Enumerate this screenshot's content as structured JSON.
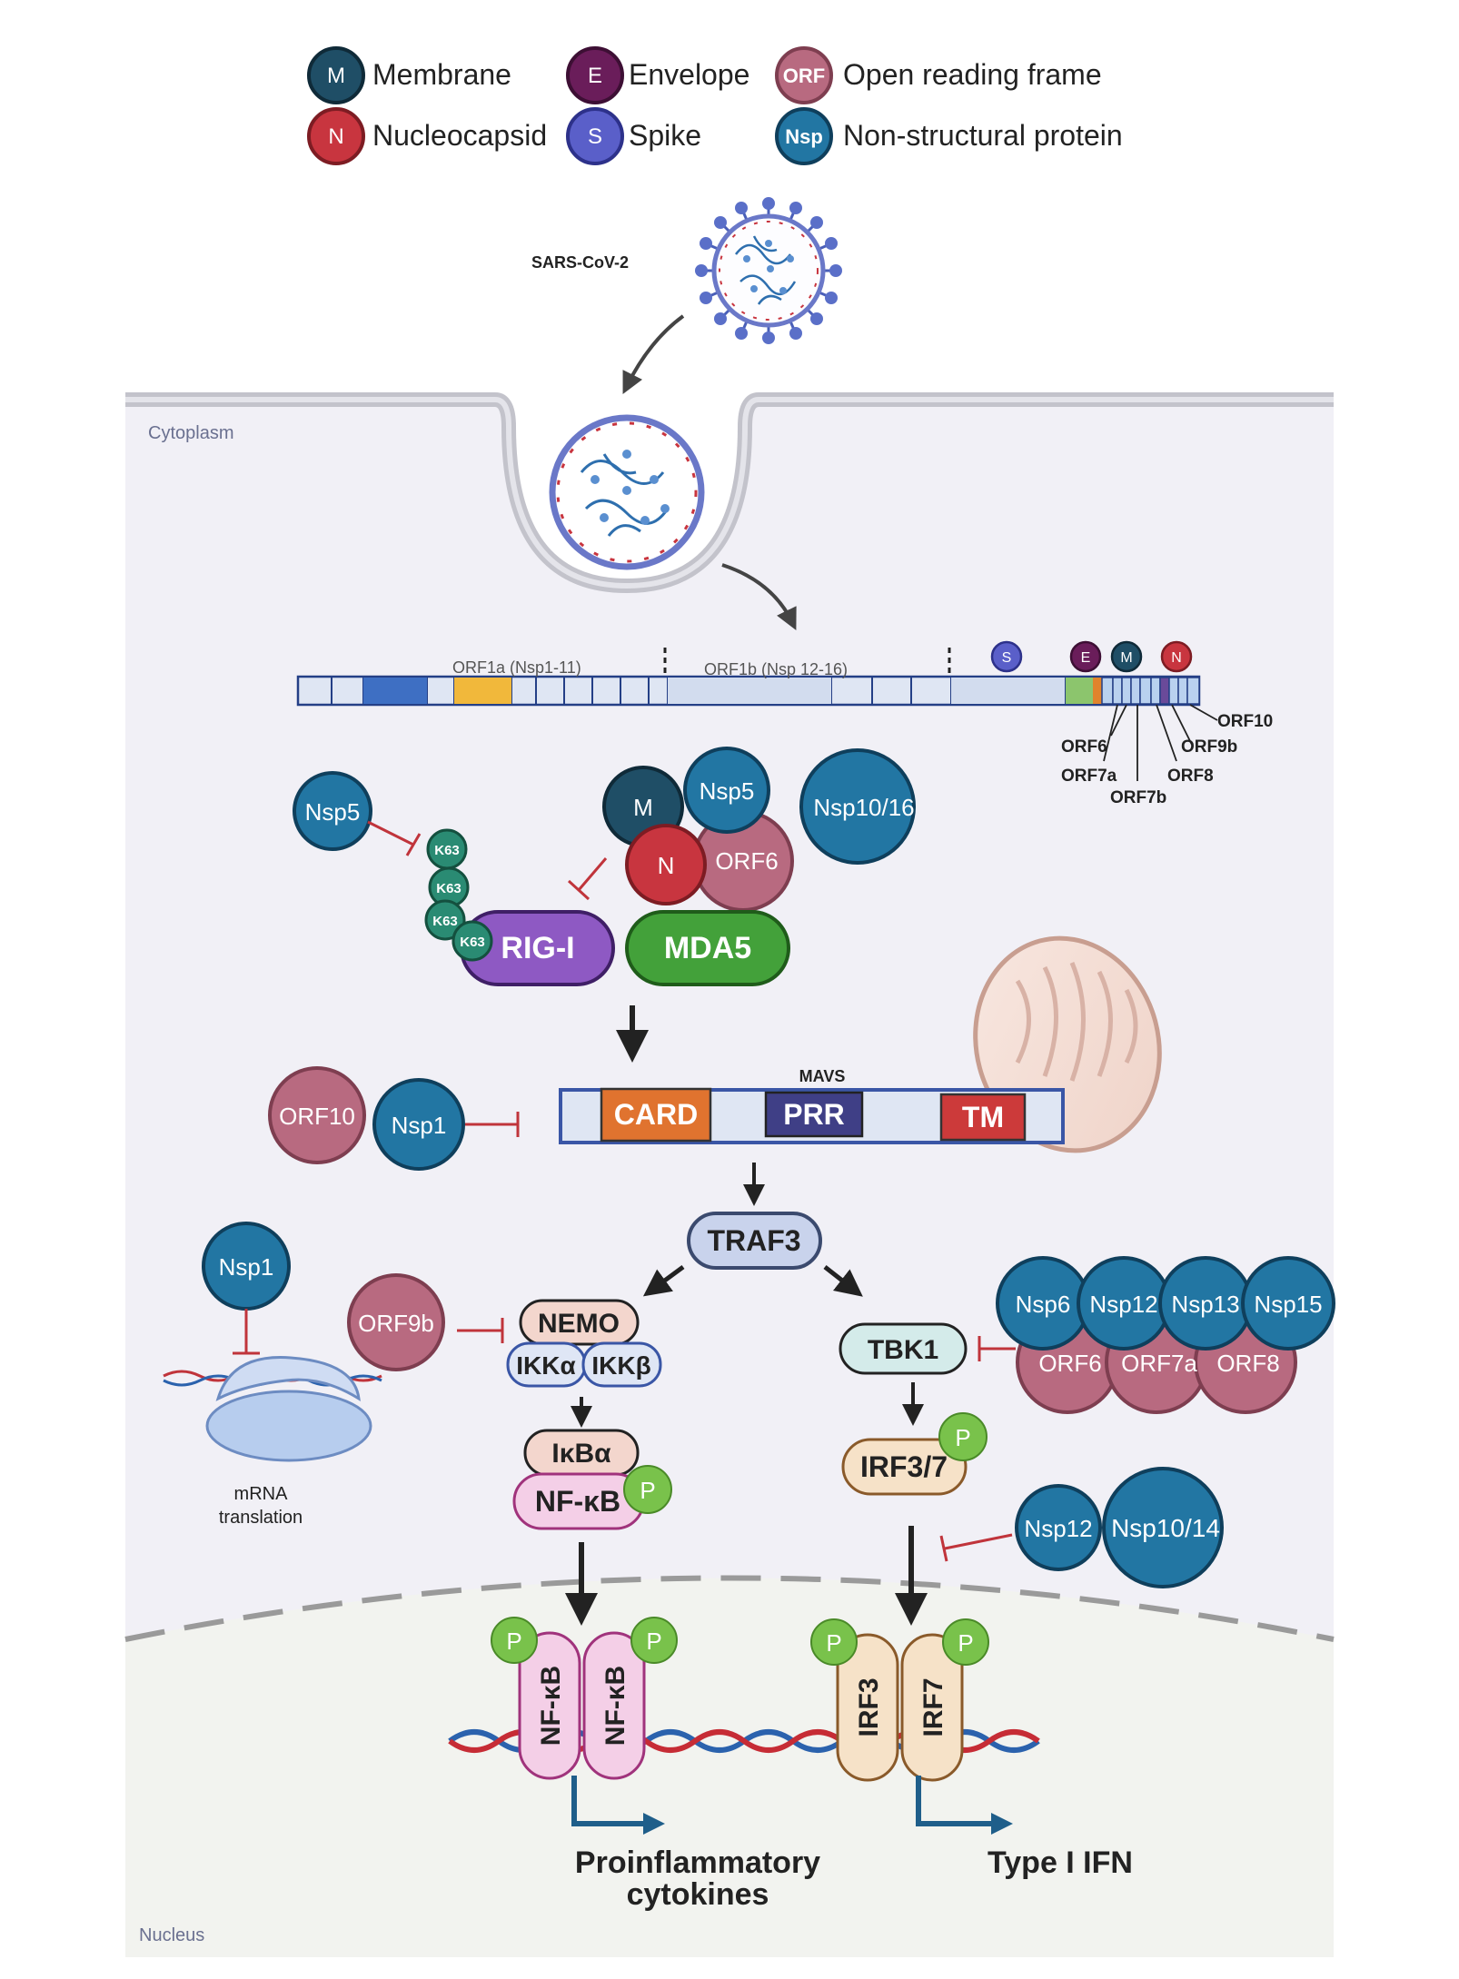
{
  "colors": {
    "membrane": "#1f4e66",
    "envelope": "#6a1d5a",
    "nucleocapsid": "#c8353f",
    "spike": "#5a5fc9",
    "orf": "#b86a80",
    "nsp": "#2276a3",
    "cytoplasm": "#f1f0f6",
    "nucleus": "#f2f3ef",
    "inhibit": "#c0343b",
    "rigi": "#8e59c3",
    "mda5": "#43a13a",
    "card": "#e0732f",
    "prr": "#3f3f86",
    "tm": "#cc3a3a",
    "phospho": "#79c24b"
  },
  "legend": [
    {
      "key": "membrane",
      "badge": "M",
      "label": "Membrane"
    },
    {
      "key": "envelope",
      "badge": "E",
      "label": "Envelope"
    },
    {
      "key": "orf",
      "badge": "ORF",
      "label": "Open reading frame"
    },
    {
      "key": "nucleocapsid",
      "badge": "N",
      "label": "Nucleocapsid"
    },
    {
      "key": "spike",
      "badge": "S",
      "label": "Spike"
    },
    {
      "key": "nsp",
      "badge": "Nsp",
      "label": "Non-structural protein"
    }
  ],
  "labels": {
    "virus": "SARS-CoV-2",
    "cytoplasm": "Cytoplasm",
    "nucleus": "Nucleus",
    "mrna": "mRNA",
    "translation": "translation",
    "proinflammatory": "Proinflammatory",
    "cytokines": "cytokines",
    "type1ifn": "Type I IFN"
  },
  "genome": {
    "orf1a": "ORF1a (Nsp1-11)",
    "orf1b": "ORF1b (Nsp 12-16)",
    "badges": [
      "S",
      "E",
      "M",
      "N"
    ],
    "accessory": [
      "ORF10",
      "ORF9b",
      "ORF6",
      "ORF8",
      "ORF7a",
      "ORF7b"
    ]
  },
  "proteins": {
    "nsp5_k63": "Nsp5",
    "k63": "K63",
    "rigi": "RIG-I",
    "mda5": "MDA5",
    "m": "M",
    "nsp5": "Nsp5",
    "nsp10_16": "Nsp10/16",
    "n": "N",
    "orf6": "ORF6",
    "orf10": "ORF10",
    "nsp1_mavs": "Nsp1",
    "mavs": "MAVS",
    "card": "CARD",
    "prr": "PRR",
    "tm": "TM",
    "traf3": "TRAF3",
    "nsp1_ribo": "Nsp1",
    "orf9b": "ORF9b",
    "nemo": "NEMO",
    "ikka": "IKKα",
    "ikkb": "IKKβ",
    "ikba": "IκBα",
    "nfkb": "NF-κB",
    "tbk1": "TBK1",
    "irf37": "IRF3/7",
    "nsp6": "Nsp6",
    "nsp12": "Nsp12",
    "nsp13": "Nsp13",
    "nsp15": "Nsp15",
    "orf6_b": "ORF6",
    "orf7a": "ORF7a",
    "orf8": "ORF8",
    "nsp12_b": "Nsp12",
    "nsp10_14": "Nsp10/14",
    "p": "P",
    "nfkb_dimer": "NF-κB",
    "irf3": "IRF3",
    "irf7": "IRF7"
  }
}
